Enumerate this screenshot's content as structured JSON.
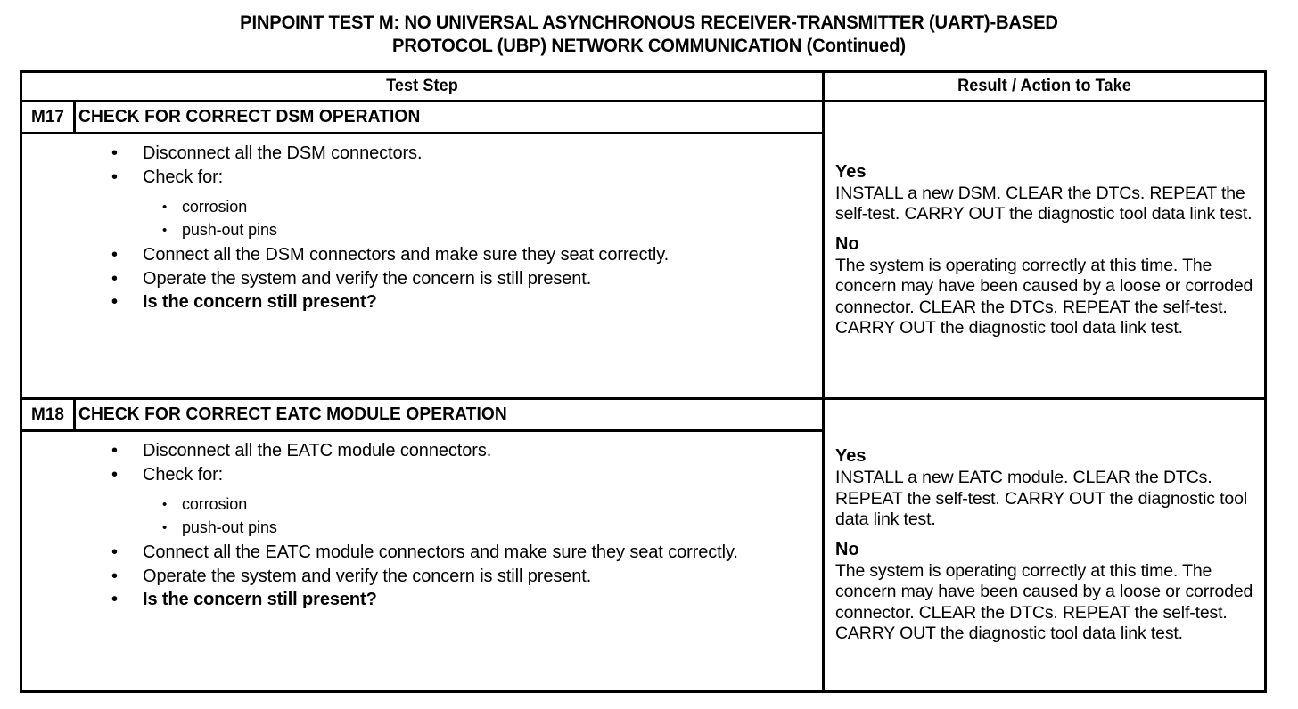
{
  "title": {
    "line1": "PINPOINT TEST  M: NO UNIVERSAL ASYNCHRONOUS RECEIVER-TRANSMITTER (UART)-BASED",
    "line2": "PROTOCOL (UBP) NETWORK COMMUNICATION (Continued)"
  },
  "table": {
    "headers": {
      "test_step": "Test Step",
      "result_action": "Result / Action to Take"
    },
    "sections": [
      {
        "id": "M17",
        "step_title": "CHECK FOR CORRECT DSM OPERATION",
        "bullets": [
          {
            "text": "Disconnect all the DSM connectors."
          },
          {
            "text": "Check for:",
            "sub": [
              "corrosion",
              "push-out pins"
            ]
          },
          {
            "text": "Connect all the DSM connectors and make sure they seat correctly."
          },
          {
            "text": "Operate the system and verify the concern is still present."
          },
          {
            "text": "Is the concern still present?",
            "bold": true
          }
        ],
        "results": [
          {
            "label": "Yes",
            "text": "INSTALL a new DSM. CLEAR the DTCs. REPEAT the self-test. CARRY OUT the diagnostic tool data link test."
          },
          {
            "label": "No",
            "text": "The system is operating correctly at this time. The concern may have been caused by a loose or corroded connector. CLEAR the DTCs. REPEAT the self-test. CARRY OUT the diagnostic tool data link test."
          }
        ]
      },
      {
        "id": "M18",
        "step_title": "CHECK FOR CORRECT EATC MODULE OPERATION",
        "bullets": [
          {
            "text": "Disconnect all the EATC module connectors."
          },
          {
            "text": "Check for:",
            "sub": [
              "corrosion",
              "push-out pins"
            ]
          },
          {
            "text": "Connect all the EATC module connectors and make sure they seat correctly."
          },
          {
            "text": "Operate the system and verify the concern is still present."
          },
          {
            "text": "Is the concern still present?",
            "bold": true
          }
        ],
        "results": [
          {
            "label": "Yes",
            "text": "INSTALL a new EATC module. CLEAR the DTCs. REPEAT the self-test. CARRY OUT the diagnostic tool data link test."
          },
          {
            "label": "No",
            "text": "The system is operating correctly at this time. The concern may have been caused by a loose or corroded connector. CLEAR the DTCs. REPEAT the self-test. CARRY OUT the diagnostic tool data link test."
          }
        ]
      }
    ]
  },
  "glyphs": {
    "bullet": "•",
    "subbullet": "•"
  },
  "colors": {
    "ink": "#000000",
    "paper": "#ffffff"
  }
}
